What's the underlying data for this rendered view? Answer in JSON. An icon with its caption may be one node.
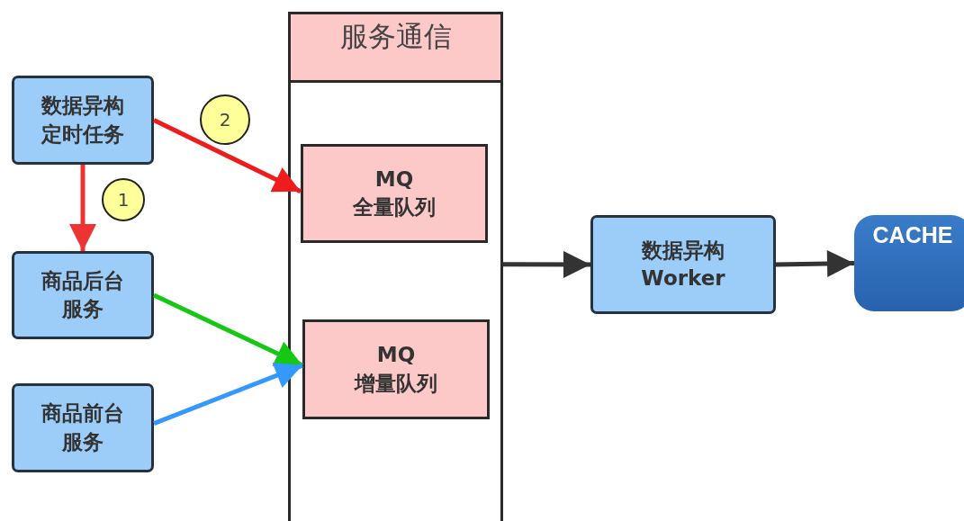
{
  "diagram": {
    "nodes": [
      {
        "text": [
          "服务通信"
        ]
      },
      {
        "text": [
          "MQ 全量队列"
        ],
        "in": 0
      },
      {
        "text": [
          "MQ 增量队列"
        ],
        "in": 0
      },
      {
        "text": [
          "数据异构定时任务"
        ]
      },
      {
        "text": [
          "商品后台服务"
        ]
      },
      {
        "text": [
          "商品前台服务"
        ]
      },
      {
        "text": [
          "数据异构 Worker"
        ]
      },
      {
        "text": [
          "CACHE"
        ]
      }
    ],
    "edges": [
      {
        "from": 3,
        "to": 4,
        "arrow": "to",
        "color": "#ee3333"
      },
      {
        "from": 3,
        "to": 1,
        "arrow": "to",
        "color": "#ee1c1c"
      },
      {
        "from": 4,
        "to": 2,
        "arrow": "to",
        "color": "#14c814"
      },
      {
        "from": 5,
        "to": 2,
        "arrow": "to",
        "color": "#3399ff"
      },
      {
        "from": 0,
        "to": 6,
        "arrow": "to"
      },
      {
        "from": 6,
        "to": 7,
        "arrow": "to"
      }
    ],
    "labels": [
      "1",
      "2"
    ]
  }
}
